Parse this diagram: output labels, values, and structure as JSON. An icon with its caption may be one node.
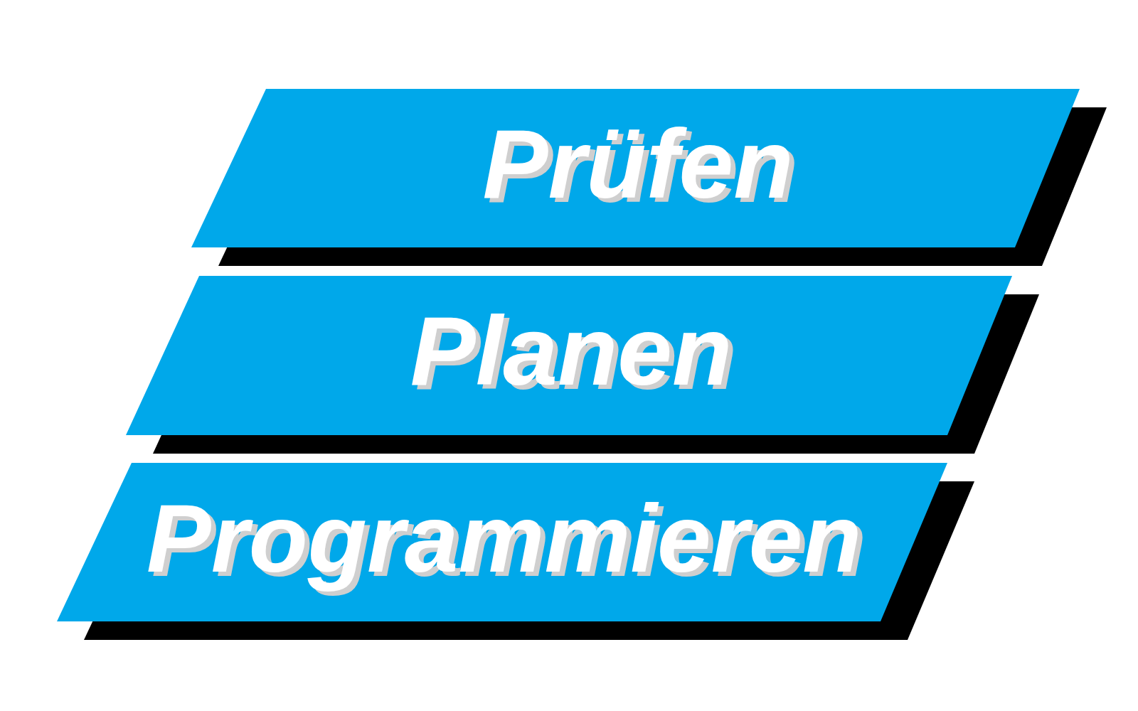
{
  "diagram": {
    "nodes": [
      {
        "text": [
          "Prüfen"
        ]
      },
      {
        "text": [
          "Planen"
        ]
      },
      {
        "text": [
          "Programmieren"
        ]
      }
    ]
  }
}
